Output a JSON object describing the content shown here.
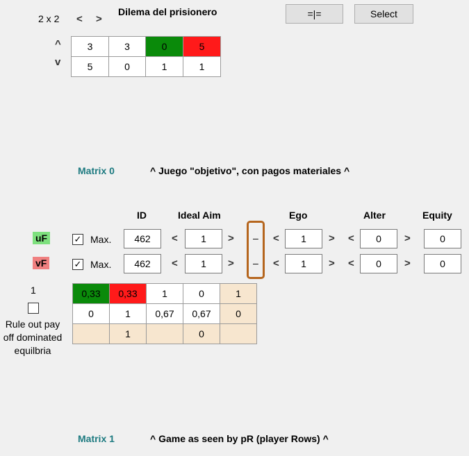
{
  "header": {
    "size_label": "2 x 2",
    "arrow_left": "<",
    "arrow_right": ">",
    "arrow_up": "^",
    "arrow_down": "v",
    "game_title": "Dilema del prisionero",
    "equal_button": "=|=",
    "select_button": "Select"
  },
  "matrix0_cells": [
    [
      "3",
      "3",
      "0",
      "5"
    ],
    [
      "5",
      "0",
      "1",
      "1"
    ]
  ],
  "matrix0": {
    "name": "Matrix 0",
    "caption": "^ Juego \"objetivo\", con pagos materiales ^"
  },
  "params": {
    "col_id": "ID",
    "col_ideal": "Ideal Aim",
    "col_ego": "Ego",
    "col_alter": "Alter",
    "col_equity": "Equity",
    "dash": "–",
    "rows": [
      {
        "label": "uF",
        "label_color": "#7ee07e",
        "check": "✓",
        "max_label": "Max.",
        "id": "462",
        "ideal": "1",
        "ego": "1",
        "alter": "0",
        "equity": "0"
      },
      {
        "label": "vF",
        "label_color": "#f08080",
        "check": "✓",
        "max_label": "Max.",
        "id": "462",
        "ideal": "1",
        "ego": "1",
        "alter": "0",
        "equity": "0"
      }
    ]
  },
  "matrix1_side": {
    "count": "1",
    "rule_text": "Rule out pay off dominated equilbria"
  },
  "matrix1_cells": [
    [
      "0,33",
      "0,33",
      "1",
      "0",
      "1"
    ],
    [
      "0",
      "1",
      "0,67",
      "0,67",
      "0"
    ],
    [
      "",
      "1",
      "",
      "0",
      ""
    ]
  ],
  "matrix1": {
    "name": "Matrix 1",
    "caption": "^ Game as seen by pR (player Rows) ^"
  },
  "colors": {
    "green_cell": "#0a8a0a",
    "red_cell": "#ff1a1a",
    "beige_cell": "#f7e6cf",
    "highlight_border": "#b5651d",
    "caption_teal": "#1d7a80"
  }
}
